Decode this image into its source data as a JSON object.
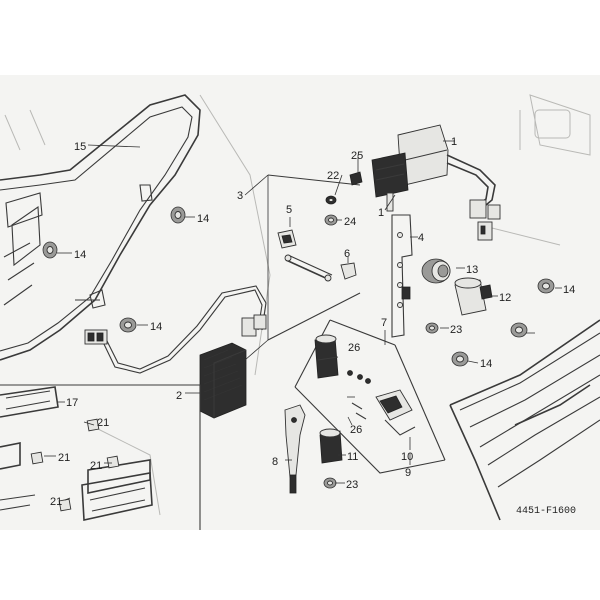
{
  "figure_code": "4451-F1600",
  "callouts": [
    {
      "id": "c1a",
      "label": "1"
    },
    {
      "id": "c1b",
      "label": "1"
    },
    {
      "id": "c2",
      "label": "2"
    },
    {
      "id": "c3",
      "label": "3"
    },
    {
      "id": "c4",
      "label": "4"
    },
    {
      "id": "c5",
      "label": "5"
    },
    {
      "id": "c6",
      "label": "6"
    },
    {
      "id": "c7",
      "label": "7"
    },
    {
      "id": "c8",
      "label": "8"
    },
    {
      "id": "c9",
      "label": "9"
    },
    {
      "id": "c10",
      "label": "10"
    },
    {
      "id": "c11",
      "label": "11"
    },
    {
      "id": "c12",
      "label": "12"
    },
    {
      "id": "c13",
      "label": "13"
    },
    {
      "id": "c14a",
      "label": "14"
    },
    {
      "id": "c14b",
      "label": "14"
    },
    {
      "id": "c14c",
      "label": "14"
    },
    {
      "id": "c14d",
      "label": "14"
    },
    {
      "id": "c14e",
      "label": "14"
    },
    {
      "id": "c15",
      "label": "15"
    },
    {
      "id": "c17",
      "label": "17"
    },
    {
      "id": "c21a",
      "label": "21"
    },
    {
      "id": "c21b",
      "label": "21"
    },
    {
      "id": "c21c",
      "label": "21"
    },
    {
      "id": "c21d",
      "label": "21"
    },
    {
      "id": "c22",
      "label": "22"
    },
    {
      "id": "c23a",
      "label": "23"
    },
    {
      "id": "c23b",
      "label": "23"
    },
    {
      "id": "c24",
      "label": "24"
    },
    {
      "id": "c25",
      "label": "25"
    },
    {
      "id": "c26a",
      "label": "26"
    },
    {
      "id": "c26b",
      "label": "26"
    }
  ],
  "colors": {
    "line": "#3a3a3a",
    "paper": "#f4f4f2",
    "border": "#ffffff"
  },
  "icons": [
    "side-cover-icon",
    "emblem-icon",
    "grommet-icon",
    "regulator-icon",
    "relay-icon",
    "cable-icon"
  ]
}
